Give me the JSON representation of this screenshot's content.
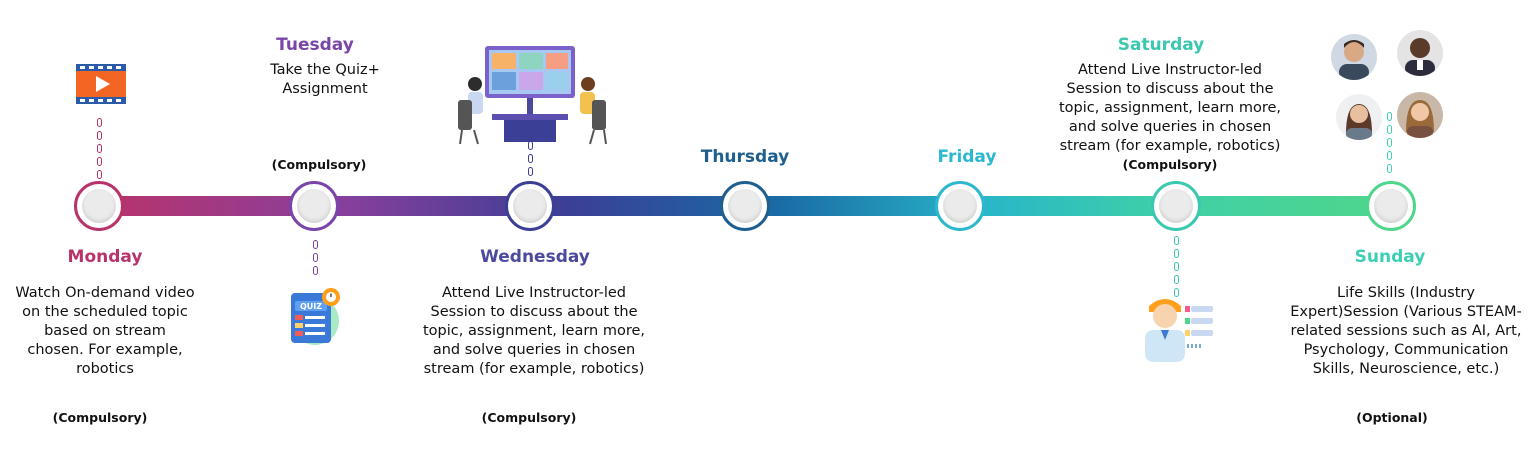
{
  "days": {
    "monday": {
      "name": "Monday",
      "desc": "Watch On-demand video on the scheduled topic based on stream chosen. For example, robotics",
      "tag": "(Compulsory)",
      "color": "#b8336a"
    },
    "tuesday": {
      "name": "Tuesday",
      "desc": "Take the Quiz+ Assignment",
      "tag": "(Compulsory)",
      "color": "#7a45a8"
    },
    "wednesday": {
      "name": "Wednesday",
      "desc": "Attend Live Instructor-led Session to discuss about the topic, assignment, learn more, and solve queries in chosen stream (for example, robotics)",
      "tag": "(Compulsory)",
      "color": "#4b4a9c"
    },
    "thursday": {
      "name": "Thursday",
      "color": "#1f5f8f"
    },
    "friday": {
      "name": "Friday",
      "color": "#2cb8d0"
    },
    "saturday": {
      "name": "Saturday",
      "desc": "Attend Live Instructor-led Session to discuss about the topic, assignment, learn more, and solve queries in chosen stream (for example, robotics)",
      "tag": "(Compulsory)",
      "color": "#3cc8b0"
    },
    "sunday": {
      "name": "Sunday",
      "desc": "Life Skills (Industry Expert)Session (Various STEAM-related sessions such as AI, Art, Psychology, Communication Skills, Neuroscience, etc.)",
      "tag": "(Optional)",
      "color": "#3ccfb5"
    }
  },
  "icons": {
    "monday": "video-play-icon",
    "tuesday": "quiz-icon",
    "wednesday": "live-class-icon",
    "saturday": "instructor-checklist-icon",
    "sunday": "expert-avatars"
  },
  "quiz_label": "QUIZ"
}
